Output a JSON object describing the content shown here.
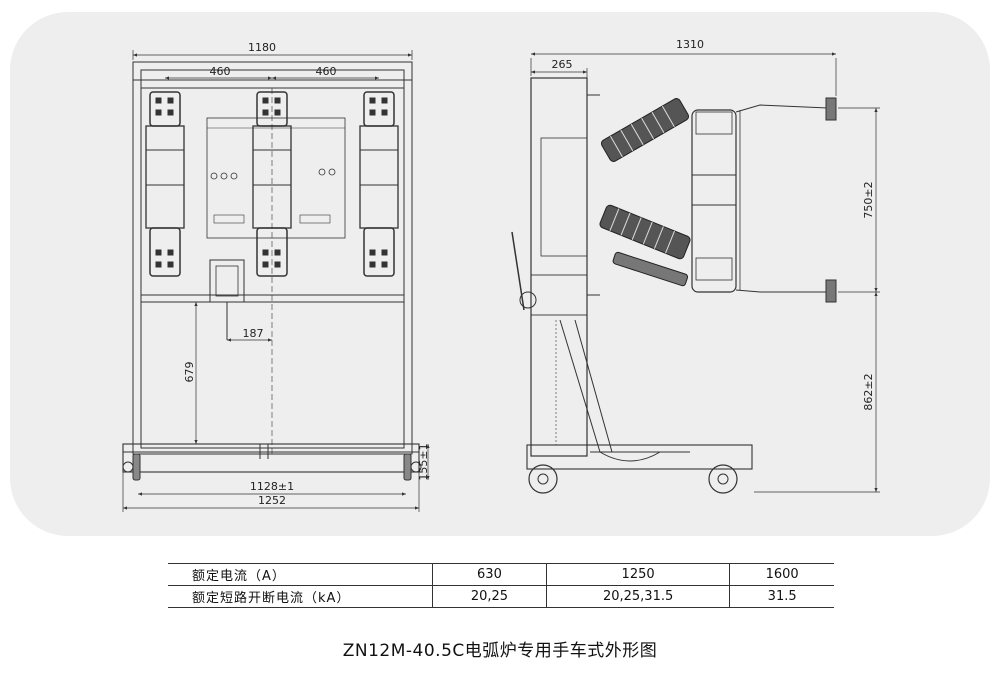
{
  "drawing": {
    "front_view": {
      "dim_total_width": "1180",
      "dim_pitch_left": "460",
      "dim_pitch_right": "460",
      "dim_187": "187",
      "dim_679": "679",
      "dim_155": "155±1",
      "dim_1128": "1128±1",
      "dim_1252": "1252"
    },
    "side_view": {
      "dim_total_depth": "1310",
      "dim_265": "265",
      "dim_750": "750±2",
      "dim_862": "862±2"
    }
  },
  "spec_table": {
    "rows": [
      {
        "label": "额定电流（A）",
        "values": [
          "630",
          "1250",
          "1600"
        ]
      },
      {
        "label": "额定短路开断电流（kA）",
        "values": [
          "20,25",
          "20,25,31.5",
          "31.5"
        ]
      }
    ]
  },
  "caption": "ZN12M-40.5C电弧炉专用手车式外形图"
}
